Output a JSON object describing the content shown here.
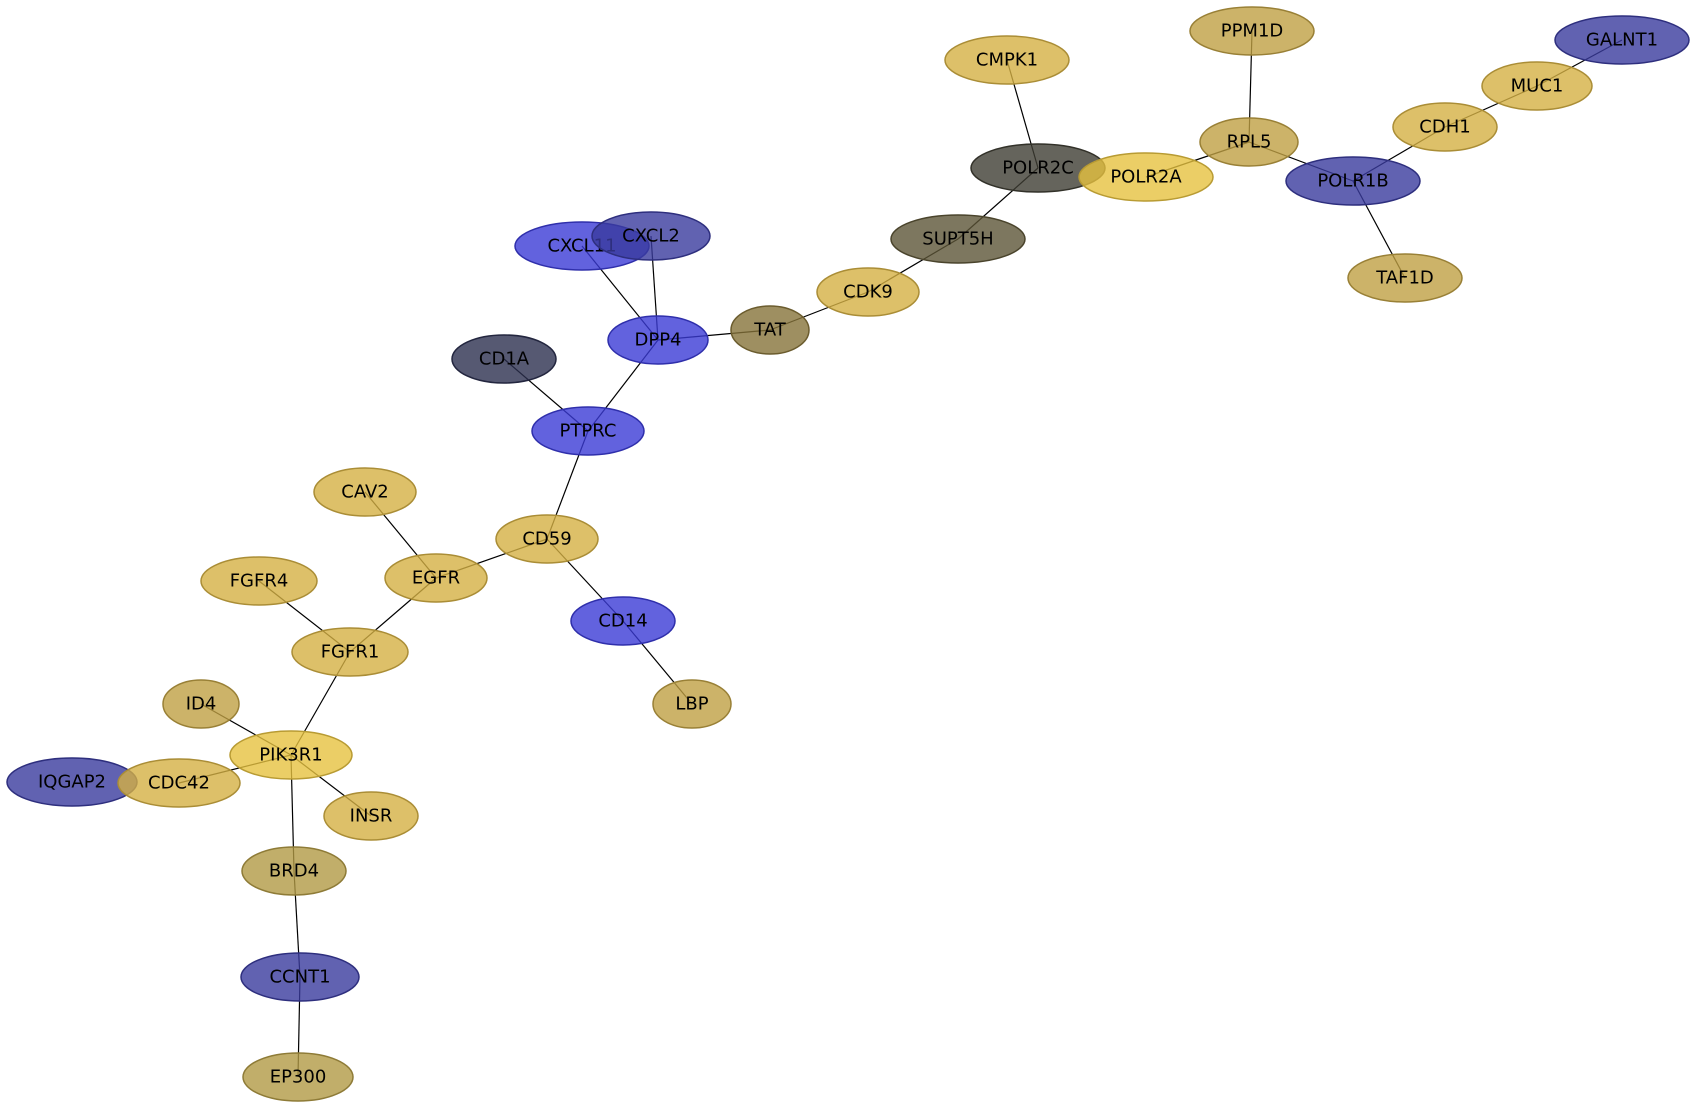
{
  "palette": {
    "gold": "#d4b043",
    "gold_light": "#e6c240",
    "tan": "#bfa043",
    "khaki": "#b29a45",
    "blue": "#3b3bd6",
    "indigo": "#393b9e",
    "navy_dark": "#2c2f4f",
    "gray_dark": "#3e3d33",
    "olive_gray": "#5d5537",
    "olive": "#86733a"
  },
  "nodes": [
    {
      "id": "GALNT1",
      "label": "GALNT1",
      "color": "indigo"
    },
    {
      "id": "PPM1D",
      "label": "PPM1D",
      "color": "tan"
    },
    {
      "id": "CMPK1",
      "label": "CMPK1",
      "color": "gold"
    },
    {
      "id": "MUC1",
      "label": "MUC1",
      "color": "gold"
    },
    {
      "id": "CDH1",
      "label": "CDH1",
      "color": "gold"
    },
    {
      "id": "RPL5",
      "label": "RPL5",
      "color": "tan"
    },
    {
      "id": "POLR2C",
      "label": "POLR2C",
      "color": "gray_dark"
    },
    {
      "id": "POLR2A",
      "label": "POLR2A",
      "color": "gold_light"
    },
    {
      "id": "POLR1B",
      "label": "POLR1B",
      "color": "indigo"
    },
    {
      "id": "SUPT5H",
      "label": "SUPT5H",
      "color": "olive_gray"
    },
    {
      "id": "TAF1D",
      "label": "TAF1D",
      "color": "tan"
    },
    {
      "id": "CXCL11",
      "label": "CXCL11",
      "color": "blue"
    },
    {
      "id": "CXCL2",
      "label": "CXCL2",
      "color": "indigo"
    },
    {
      "id": "CDK9",
      "label": "CDK9",
      "color": "gold"
    },
    {
      "id": "TAT",
      "label": "TAT",
      "color": "olive"
    },
    {
      "id": "DPP4",
      "label": "DPP4",
      "color": "blue"
    },
    {
      "id": "CD1A",
      "label": "CD1A",
      "color": "navy_dark"
    },
    {
      "id": "PTPRC",
      "label": "PTPRC",
      "color": "blue"
    },
    {
      "id": "CAV2",
      "label": "CAV2",
      "color": "gold"
    },
    {
      "id": "CD59",
      "label": "CD59",
      "color": "gold"
    },
    {
      "id": "FGFR4",
      "label": "FGFR4",
      "color": "gold"
    },
    {
      "id": "EGFR",
      "label": "EGFR",
      "color": "gold"
    },
    {
      "id": "CD14",
      "label": "CD14",
      "color": "blue"
    },
    {
      "id": "FGFR1",
      "label": "FGFR1",
      "color": "gold"
    },
    {
      "id": "ID4",
      "label": "ID4",
      "color": "tan"
    },
    {
      "id": "LBP",
      "label": "LBP",
      "color": "tan"
    },
    {
      "id": "PIK3R1",
      "label": "PIK3R1",
      "color": "gold_light"
    },
    {
      "id": "IQGAP2",
      "label": "IQGAP2",
      "color": "indigo"
    },
    {
      "id": "CDC42",
      "label": "CDC42",
      "color": "gold"
    },
    {
      "id": "INSR",
      "label": "INSR",
      "color": "gold"
    },
    {
      "id": "BRD4",
      "label": "BRD4",
      "color": "khaki"
    },
    {
      "id": "CCNT1",
      "label": "CCNT1",
      "color": "indigo"
    },
    {
      "id": "EP300",
      "label": "EP300",
      "color": "khaki"
    }
  ],
  "edges": [
    [
      "GALNT1",
      "MUC1"
    ],
    [
      "MUC1",
      "CDH1"
    ],
    [
      "CDH1",
      "POLR1B"
    ],
    [
      "POLR1B",
      "RPL5"
    ],
    [
      "POLR1B",
      "TAF1D"
    ],
    [
      "PPM1D",
      "RPL5"
    ],
    [
      "RPL5",
      "POLR2A"
    ],
    [
      "CMPK1",
      "POLR2C"
    ],
    [
      "POLR2C",
      "SUPT5H"
    ],
    [
      "SUPT5H",
      "CDK9"
    ],
    [
      "CDK9",
      "TAT"
    ],
    [
      "TAT",
      "DPP4"
    ],
    [
      "CXCL11",
      "DPP4"
    ],
    [
      "CXCL2",
      "DPP4"
    ],
    [
      "DPP4",
      "PTPRC"
    ],
    [
      "CD1A",
      "PTPRC"
    ],
    [
      "PTPRC",
      "CD59"
    ],
    [
      "CD59",
      "EGFR"
    ],
    [
      "CD59",
      "CD14"
    ],
    [
      "CD14",
      "LBP"
    ],
    [
      "CAV2",
      "EGFR"
    ],
    [
      "EGFR",
      "FGFR1"
    ],
    [
      "FGFR4",
      "FGFR1"
    ],
    [
      "FGFR1",
      "PIK3R1"
    ],
    [
      "ID4",
      "PIK3R1"
    ],
    [
      "PIK3R1",
      "CDC42"
    ],
    [
      "PIK3R1",
      "INSR"
    ],
    [
      "PIK3R1",
      "BRD4"
    ],
    [
      "BRD4",
      "CCNT1"
    ],
    [
      "CCNT1",
      "EP300"
    ]
  ]
}
